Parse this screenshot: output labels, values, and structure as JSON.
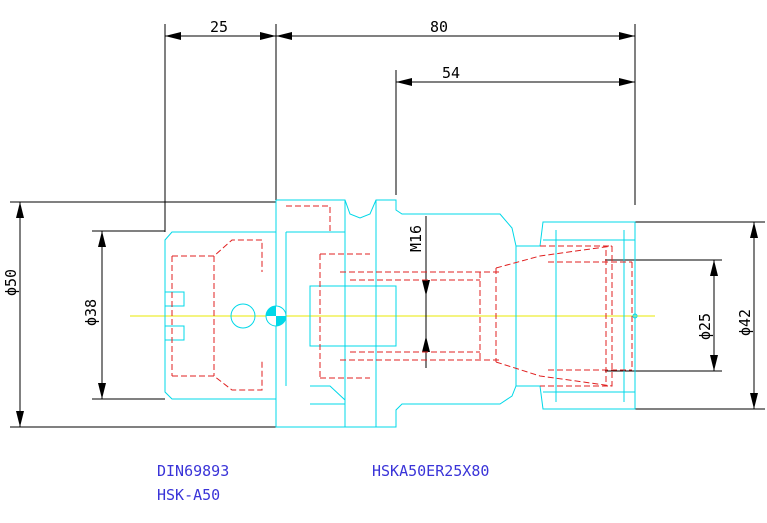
{
  "dimensions": {
    "flange_length": "25",
    "total_length": "80",
    "body_length": "54",
    "thread": "M16",
    "dia_50": "ϕ50",
    "dia_38": "ϕ38",
    "dia_42": "ϕ42",
    "dia_25": "ϕ25"
  },
  "labels": {
    "standard": "DIN69893",
    "taper": "HSK-A50",
    "model": "HSKA50ER25X80"
  },
  "colors": {
    "outline": "#00d8e8",
    "hidden": "#e02020",
    "centerline": "#e8e800",
    "dimension": "#000000",
    "label": "#3a34d8"
  }
}
